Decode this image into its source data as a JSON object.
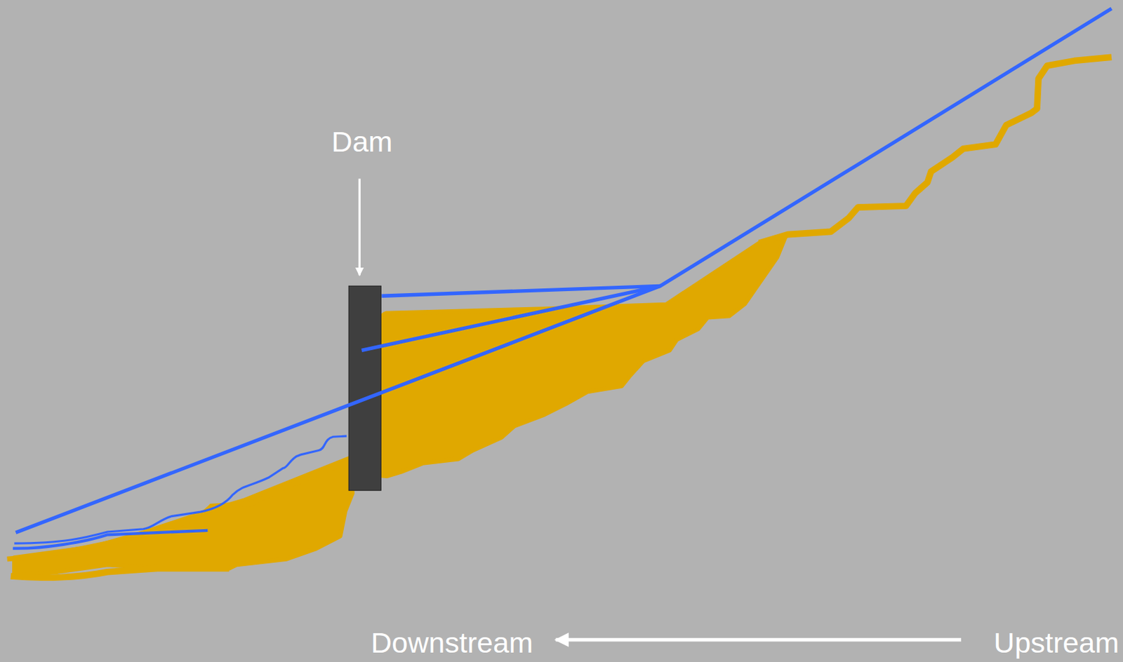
{
  "diagram": {
    "labels": [
      "Dam",
      "Downstream",
      "Upstream"
    ]
  }
}
